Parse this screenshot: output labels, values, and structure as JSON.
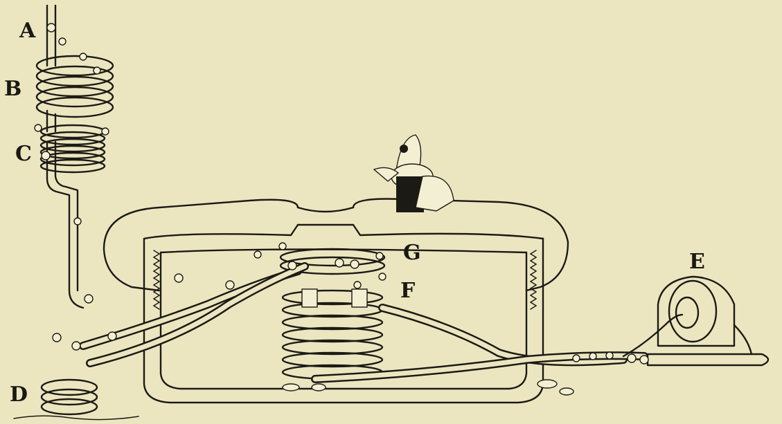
{
  "labels": {
    "A": "A",
    "B": "B",
    "C": "C",
    "D": "D",
    "E": "E",
    "F": "F",
    "G": "G"
  },
  "colors": {
    "paper": "#ebe6c0",
    "ink": "#1c1a14"
  }
}
